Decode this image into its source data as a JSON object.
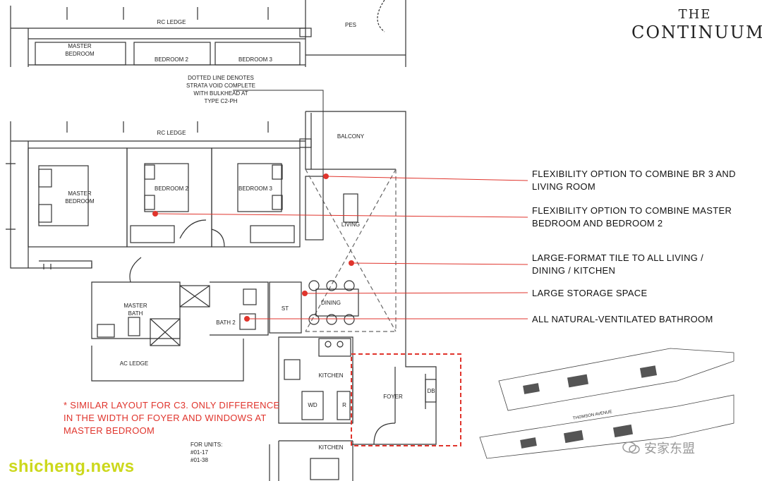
{
  "brand": {
    "the": "THE",
    "name": "CONTINUUM"
  },
  "upper_plan": {
    "rc_ledge": "RC LEDGE",
    "master_bedroom_l1": "MASTER",
    "master_bedroom_l2": "BEDROOM",
    "bedroom2": "BEDROOM 2",
    "bedroom3": "BEDROOM 3",
    "pes": "PES"
  },
  "dotted_note": [
    "DOTTED LINE DENOTES",
    "STRATA VOID COMPLETE",
    "WITH BULKHEAD AT",
    "TYPE C2-PH"
  ],
  "main_plan": {
    "rc_ledge": "RC LEDGE",
    "balcony": "BALCONY",
    "master_bedroom_l1": "MASTER",
    "master_bedroom_l2": "BEDROOM",
    "bedroom2": "BEDROOM 2",
    "bedroom3": "BEDROOM 3",
    "living": "LIVING",
    "master_bath_l1": "MASTER",
    "master_bath_l2": "BATH",
    "st": "ST",
    "dining": "DINING",
    "bath2": "BATH 2",
    "ac_ledge": "AC LEDGE",
    "kitchen": "KITCHEN",
    "wd": "WD",
    "r": "R",
    "foyer": "FOYER",
    "db": "DB"
  },
  "callouts": [
    {
      "line1": "FLEXIBILITY OPTION TO COMBINE BR 3 AND",
      "line2": "LIVING ROOM"
    },
    {
      "line1": "FLEXIBILITY OPTION TO COMBINE MASTER",
      "line2": "BEDROOM AND BEDROOM 2"
    },
    {
      "line1": "LARGE-FORMAT TILE TO ALL LIVING /",
      "line2": "DINING / KITCHEN"
    },
    {
      "line1": "LARGE STORAGE SPACE",
      "line2": ""
    },
    {
      "line1": "ALL NATURAL-VENTILATED BATHROOM",
      "line2": ""
    }
  ],
  "red_note": [
    "* SIMILAR LAYOUT FOR C3. ONLY DIFFERENCE",
    "IN THE WIDTH OF FOYER AND WINDOWS AT",
    "MASTER BEDROOM"
  ],
  "units_note": [
    "FOR UNITS:",
    "#01-17",
    "#01-38"
  ],
  "lower_plan": {
    "kitchen": "KITCHEN"
  },
  "site_plan": {
    "road": "THOMSON AVENUE"
  },
  "watermark": "shicheng.news",
  "wechat": "安家东盟",
  "colors": {
    "accent_red": "#e0342c",
    "line": "#333333",
    "watermark": "#ccd81c"
  }
}
